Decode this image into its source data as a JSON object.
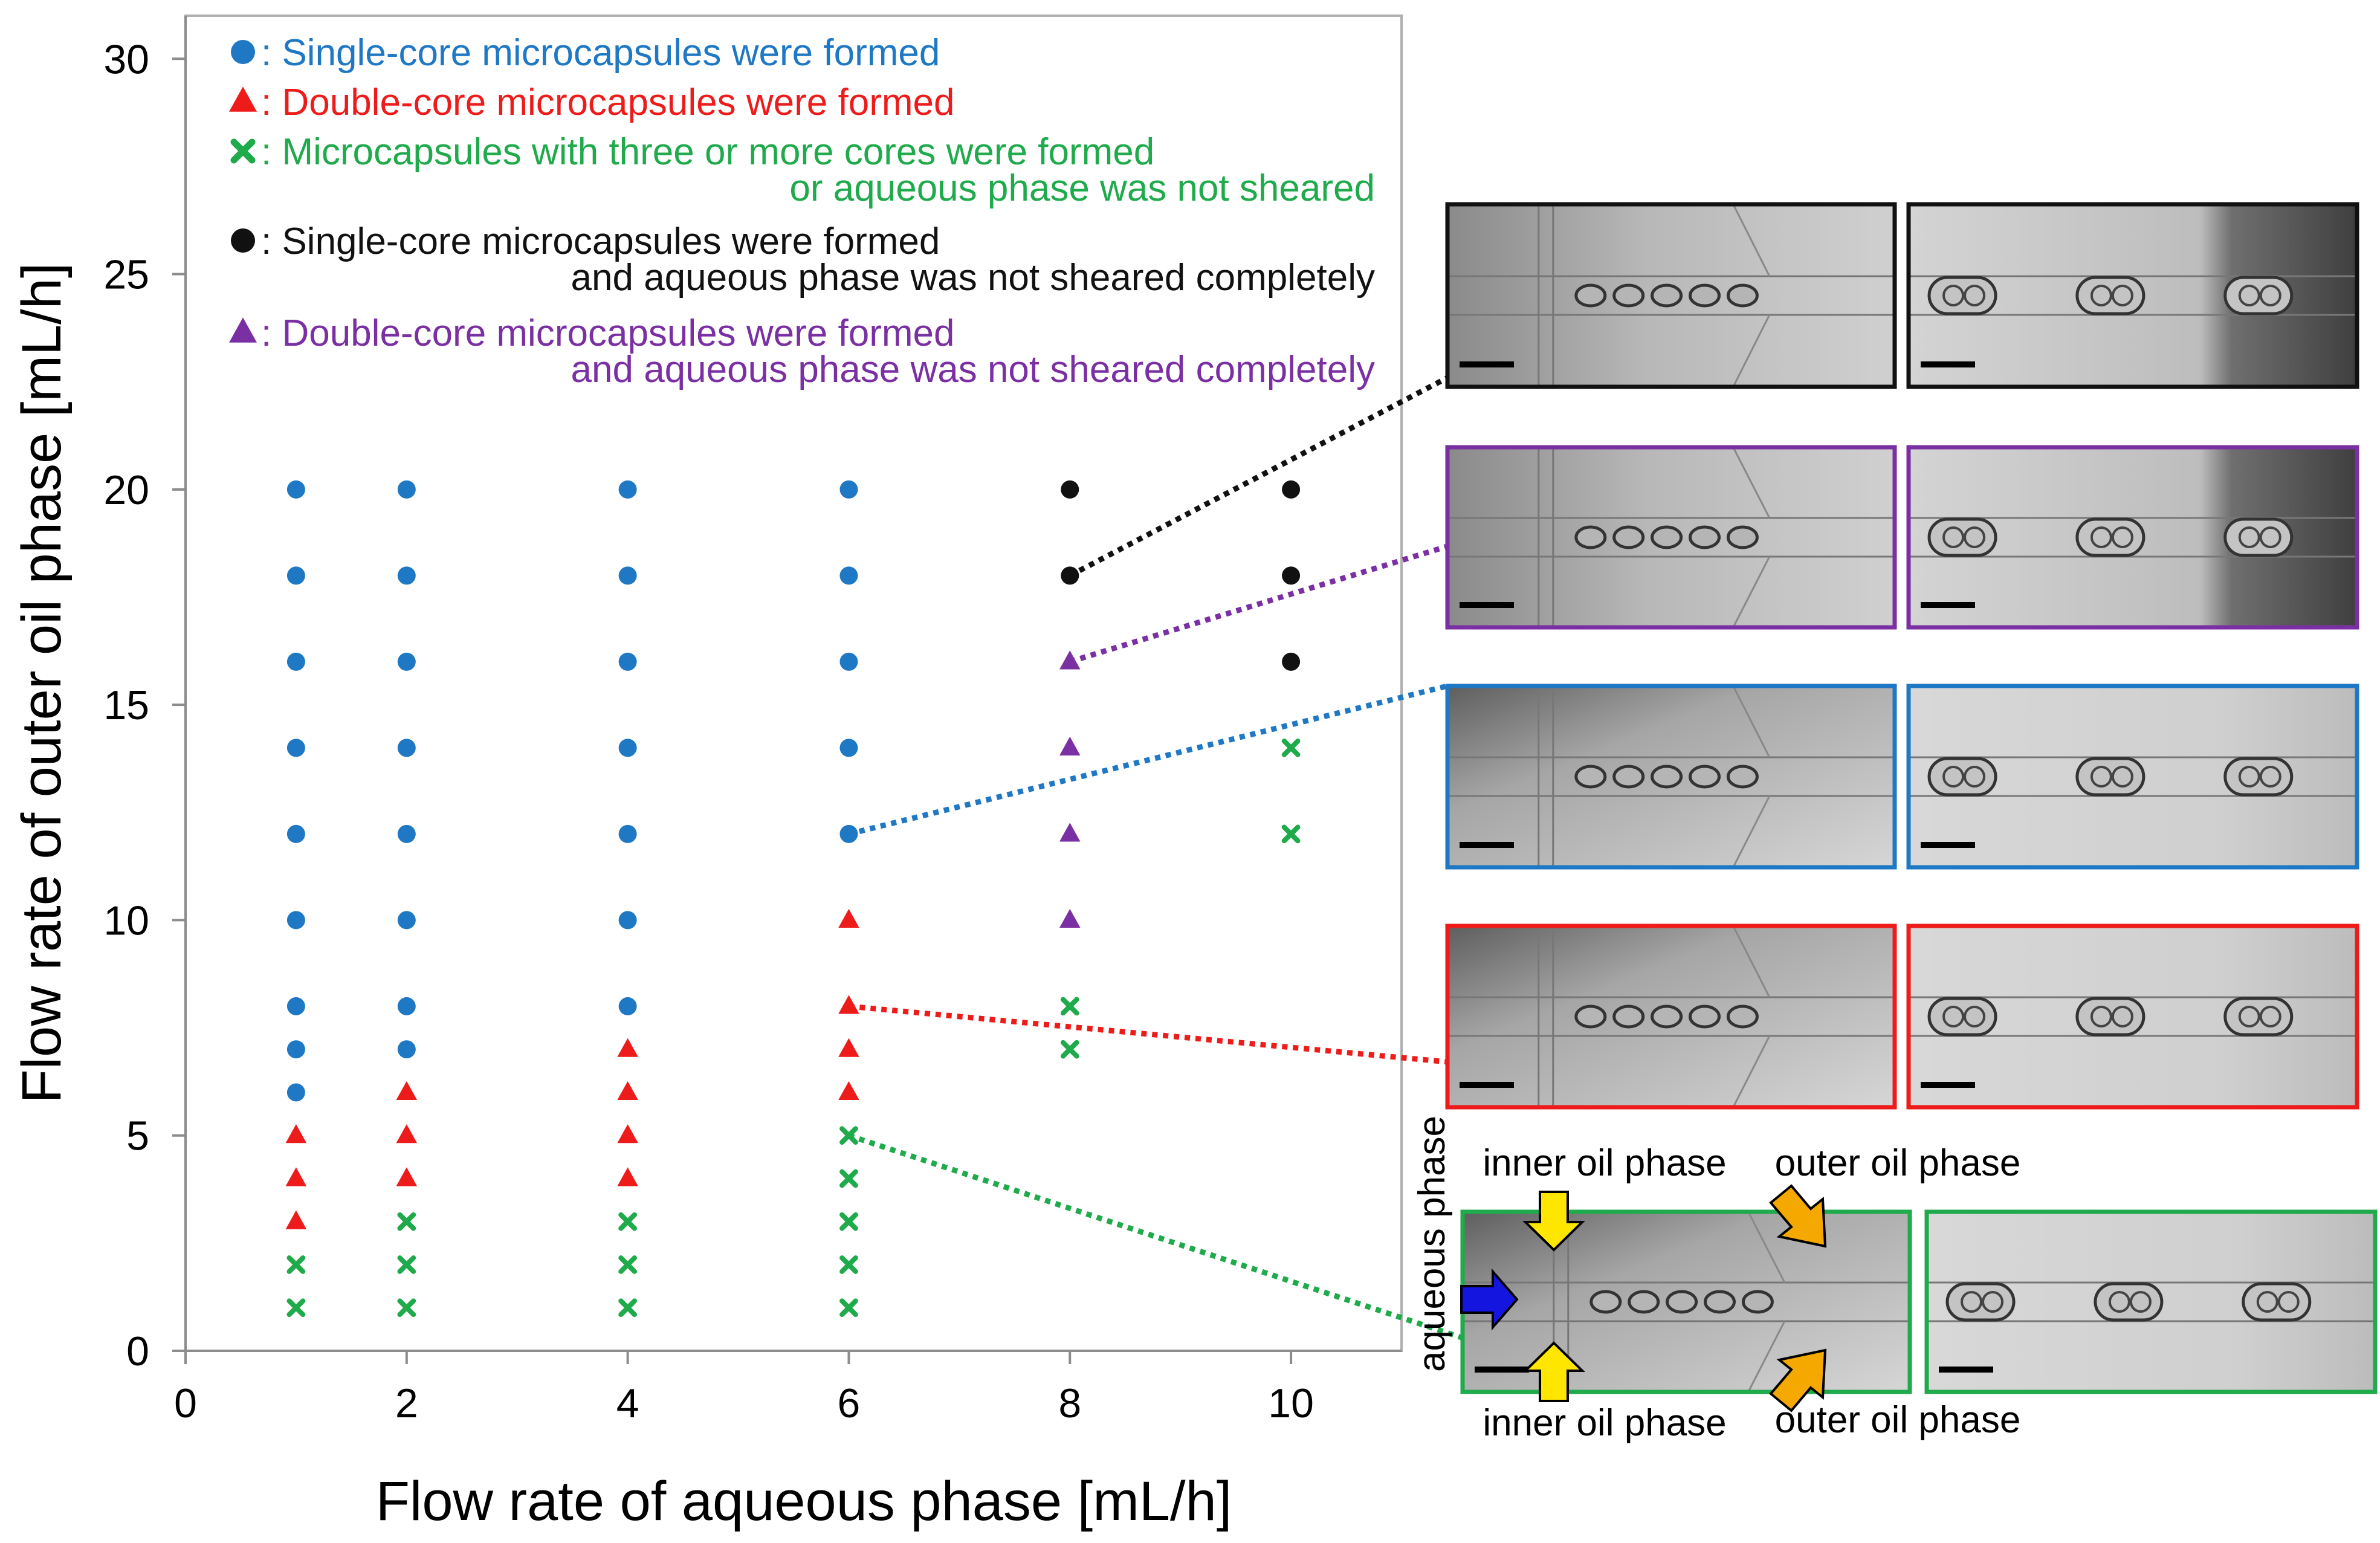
{
  "chart_data": {
    "type": "scatter",
    "xlabel": "Flow rate of aqueous phase [mL/h]",
    "ylabel": "Flow rate of outer oil phase [mL/h]",
    "xlim": [
      0,
      11
    ],
    "ylim": [
      0,
      31
    ],
    "x_ticks": [
      "0",
      "2",
      "4",
      "6",
      "8",
      "10"
    ],
    "y_ticks": [
      "0",
      "5",
      "10",
      "15",
      "20",
      "25",
      "30"
    ],
    "grid": false,
    "legend_position": "top-left inside plot",
    "series": [
      {
        "key": "single",
        "marker": "circle",
        "color": "#1f78c4",
        "legend": [
          "Single-core microcapsules were formed"
        ],
        "points": [
          [
            1,
            20
          ],
          [
            1,
            18
          ],
          [
            1,
            16
          ],
          [
            1,
            14
          ],
          [
            1,
            12
          ],
          [
            1,
            10
          ],
          [
            1,
            8
          ],
          [
            1,
            7
          ],
          [
            1,
            6
          ],
          [
            2,
            20
          ],
          [
            2,
            18
          ],
          [
            2,
            16
          ],
          [
            2,
            14
          ],
          [
            2,
            12
          ],
          [
            2,
            10
          ],
          [
            2,
            8
          ],
          [
            2,
            7
          ],
          [
            4,
            20
          ],
          [
            4,
            18
          ],
          [
            4,
            16
          ],
          [
            4,
            14
          ],
          [
            4,
            12
          ],
          [
            4,
            10
          ],
          [
            4,
            8
          ],
          [
            6,
            20
          ],
          [
            6,
            18
          ],
          [
            6,
            16
          ],
          [
            6,
            14
          ],
          [
            6,
            12
          ]
        ]
      },
      {
        "key": "double",
        "marker": "triangle",
        "color": "#ee1b1b",
        "legend": [
          "Double-core microcapsules were formed"
        ],
        "points": [
          [
            1,
            5
          ],
          [
            1,
            4
          ],
          [
            1,
            3
          ],
          [
            2,
            6
          ],
          [
            2,
            5
          ],
          [
            2,
            4
          ],
          [
            4,
            7
          ],
          [
            4,
            6
          ],
          [
            4,
            5
          ],
          [
            4,
            4
          ],
          [
            6,
            10
          ],
          [
            6,
            8
          ],
          [
            6,
            7
          ],
          [
            6,
            6
          ]
        ]
      },
      {
        "key": "multi",
        "marker": "cross",
        "color": "#1faa4b",
        "legend": [
          "Microcapsules with three or more cores were formed",
          "or aqueous phase was not sheared"
        ],
        "points": [
          [
            1,
            2
          ],
          [
            1,
            1
          ],
          [
            2,
            3
          ],
          [
            2,
            2
          ],
          [
            2,
            1
          ],
          [
            4,
            3
          ],
          [
            4,
            2
          ],
          [
            4,
            1
          ],
          [
            6,
            5
          ],
          [
            6,
            4
          ],
          [
            6,
            3
          ],
          [
            6,
            2
          ],
          [
            6,
            1
          ],
          [
            8,
            8
          ],
          [
            8,
            7
          ],
          [
            10,
            14
          ],
          [
            10,
            12
          ]
        ]
      },
      {
        "key": "single_incomplete",
        "marker": "circle",
        "color": "#111111",
        "legend": [
          "Single-core microcapsules were formed",
          "and aqueous phase was not sheared completely"
        ],
        "points": [
          [
            8,
            20
          ],
          [
            8,
            18
          ],
          [
            10,
            20
          ],
          [
            10,
            18
          ],
          [
            10,
            16
          ]
        ]
      },
      {
        "key": "double_incomplete",
        "marker": "triangle",
        "color": "#7a2fa3",
        "legend": [
          "Double-core microcapsules were formed",
          "and aqueous phase was not sheared completely"
        ],
        "points": [
          [
            8,
            16
          ],
          [
            8,
            14
          ],
          [
            8,
            12
          ],
          [
            8,
            10
          ]
        ]
      }
    ],
    "callouts": [
      {
        "from": [
          8,
          18
        ],
        "panel": 0,
        "color": "#111111"
      },
      {
        "from": [
          8,
          16
        ],
        "panel": 1,
        "color": "#7a2fa3"
      },
      {
        "from": [
          6,
          12
        ],
        "panel": 2,
        "color": "#1f78c4"
      },
      {
        "from": [
          6,
          8
        ],
        "panel": 3,
        "color": "#ee1b1b"
      },
      {
        "from": [
          6,
          5
        ],
        "panel": 4,
        "color": "#1faa4b"
      }
    ]
  },
  "micrographs": {
    "panels": [
      {
        "border": "#111111",
        "left_dark": false
      },
      {
        "border": "#7a2fa3",
        "left_dark": false
      },
      {
        "border": "#1f78c4",
        "left_dark": true
      },
      {
        "border": "#ee1b1b",
        "left_dark": true
      },
      {
        "border": "#1faa4b",
        "left_dark": true
      }
    ],
    "annotations": {
      "aqueous_phase": "aqueous phase",
      "inner_oil_top": "inner oil phase",
      "outer_oil_top": "outer oil phase",
      "inner_oil_bottom": "inner oil phase",
      "outer_oil_bottom": "outer oil phase"
    }
  }
}
